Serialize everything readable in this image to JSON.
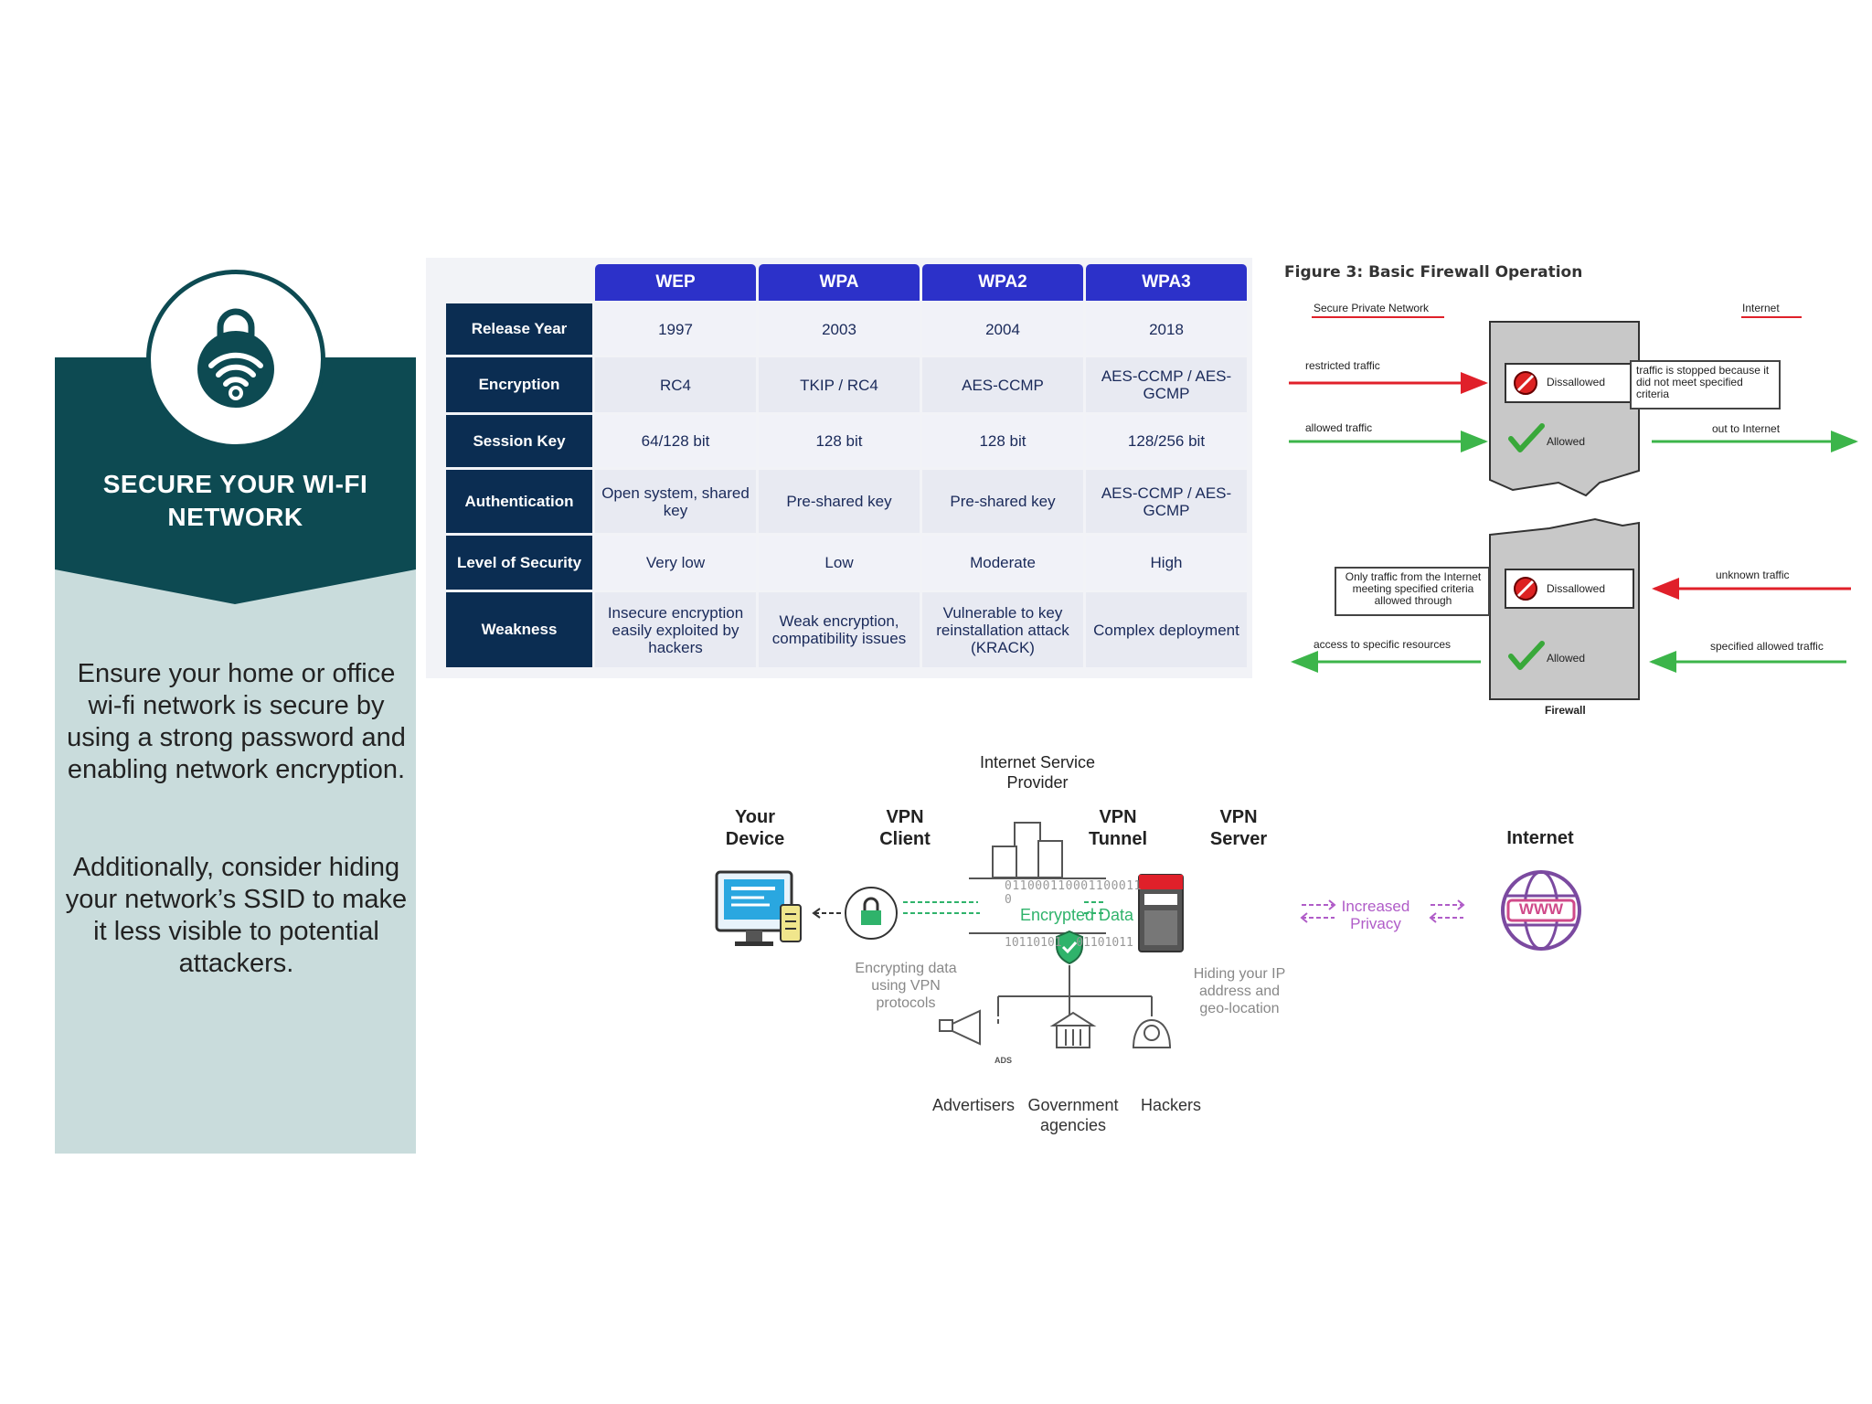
{
  "left_panel": {
    "title_line1": "SECURE YOUR WI-FI",
    "title_line2": "NETWORK",
    "paragraph1": "Ensure your home or office wi-fi network is secure by using a strong password and enabling network encryption.",
    "paragraph2": "Additionally, consider hiding your network’s SSID to make it less visible to potential attackers.",
    "icon": "wifi-lock-icon",
    "colors": {
      "banner": "#0d4a52",
      "panel": "#c9dcdc"
    }
  },
  "table": {
    "columns": [
      "WEP",
      "WPA",
      "WPA2",
      "WPA3"
    ],
    "rows": [
      {
        "label": "Release Year",
        "cells": [
          "1997",
          "2003",
          "2004",
          "2018"
        ]
      },
      {
        "label": "Encryption",
        "cells": [
          "RC4",
          "TKIP / RC4",
          "AES-CCMP",
          "AES-CCMP / AES-GCMP"
        ]
      },
      {
        "label": "Session Key",
        "cells": [
          "64/128 bit",
          "128 bit",
          "128 bit",
          "128/256 bit"
        ]
      },
      {
        "label": "Authentication",
        "cells": [
          "Open system, shared key",
          "Pre-shared key",
          "Pre-shared key",
          "AES-CCMP / AES-GCMP"
        ]
      },
      {
        "label": "Level of Security",
        "cells": [
          "Very low",
          "Low",
          "Moderate",
          "High"
        ]
      },
      {
        "label": "Weakness",
        "cells": [
          "Insecure encryption easily exploited by hackers",
          "Weak encryption, compatibility issues",
          "Vulnerable to key reinstallation attack (KRACK)",
          "Complex deployment"
        ]
      }
    ],
    "colors": {
      "header": "#2c31c9",
      "row_header": "#0b2d52"
    }
  },
  "firewall": {
    "title": "Figure 3: Basic Firewall Operation",
    "secure_network": "Secure Private Network",
    "internet": "Internet",
    "restricted_traffic": "restricted traffic",
    "allowed_traffic": "allowed traffic",
    "disallowed": "Dissallowed",
    "allowed": "Allowed",
    "stopped_note": "traffic is stopped because it did not meet specified criteria",
    "out_to_internet": "out to Internet",
    "only_traffic_note": "Only traffic from the Internet meeting specified criteria allowed through",
    "unknown_traffic": "unknown traffic",
    "access_resources": "access to specific resources",
    "specified_allowed": "specified allowed traffic",
    "firewall_label": "Firewall",
    "colors": {
      "red": "#e0202a",
      "green": "#3cb54a"
    }
  },
  "vpn": {
    "isp": "Internet Service Provider",
    "your_device": "Your Device",
    "vpn_client": "VPN Client",
    "vpn_tunnel": "VPN Tunnel",
    "vpn_server": "VPN Server",
    "internet": "Internet",
    "encrypted_data": "Encrypted Data",
    "binary_top": "011000110001100011 0",
    "binary_bottom": "10110101  01101011",
    "encrypting_note": "Encrypting data using VPN protocols",
    "hiding_note": "Hiding your IP address and geo-location",
    "increased_privacy": "Increased Privacy",
    "www": "WWW",
    "advertisers": "Advertisers",
    "government": "Government agencies",
    "hackers": "Hackers",
    "ads_label": "ADS",
    "colors": {
      "green": "#2fb36b",
      "purple": "#b05cc8"
    }
  }
}
